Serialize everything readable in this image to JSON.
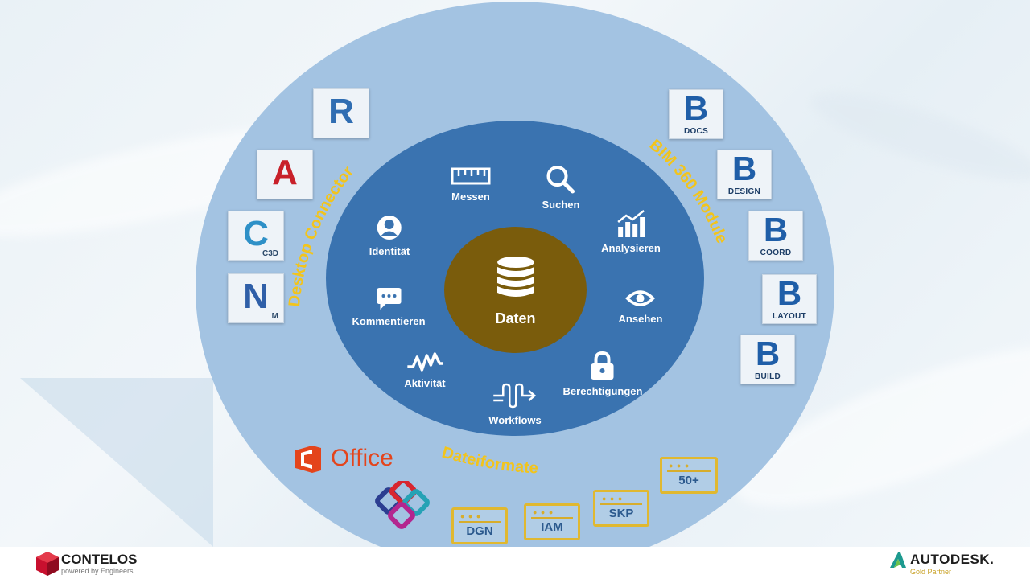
{
  "center": {
    "label": "Daten",
    "icon": "database-icon"
  },
  "features": [
    {
      "label": "Messen",
      "icon": "ruler-icon"
    },
    {
      "label": "Suchen",
      "icon": "search-icon"
    },
    {
      "label": "Analysieren",
      "icon": "chart-icon"
    },
    {
      "label": "Ansehen",
      "icon": "eye-icon"
    },
    {
      "label": "Berechtigungen",
      "icon": "lock-icon"
    },
    {
      "label": "Workflows",
      "icon": "workflow-icon"
    },
    {
      "label": "Aktivität",
      "icon": "activity-icon"
    },
    {
      "label": "Kommentieren",
      "icon": "comment-icon"
    },
    {
      "label": "Identität",
      "icon": "user-icon"
    }
  ],
  "arcs": {
    "left": "Desktop Connector",
    "right": "BIM 360 Module",
    "bottom": "Dateiformate"
  },
  "desktop_apps": [
    {
      "letter": "R",
      "sub": "",
      "color": "#2f6db2"
    },
    {
      "letter": "A",
      "sub": "",
      "color": "#c8202a"
    },
    {
      "letter": "C",
      "sub": "C3D",
      "color": "#2e90c7"
    },
    {
      "letter": "N",
      "sub": "M",
      "color": "#2f5fa8"
    }
  ],
  "bim_modules": [
    {
      "letter": "B",
      "sub": "DOCS"
    },
    {
      "letter": "B",
      "sub": "DESIGN"
    },
    {
      "letter": "B",
      "sub": "COORD"
    },
    {
      "letter": "B",
      "sub": "LAYOUT"
    },
    {
      "letter": "B",
      "sub": "BUILD"
    }
  ],
  "office": {
    "label": "Office",
    "icon": "office-icon"
  },
  "ifc": {
    "icon": "ifc-logo-icon"
  },
  "formats": [
    "DGN",
    "IAM",
    "SKP",
    "50+"
  ],
  "footer": {
    "left_brand": "CONTELOS",
    "left_tagline": "powered by Engineers",
    "right_brand": "AUTODESK.",
    "right_tagline": "Gold Partner"
  },
  "colors": {
    "outer_ring": "#a3c3e2",
    "inner_ring": "#3a73b0",
    "core": "#7a5c0c",
    "accent": "#f2c41c"
  }
}
